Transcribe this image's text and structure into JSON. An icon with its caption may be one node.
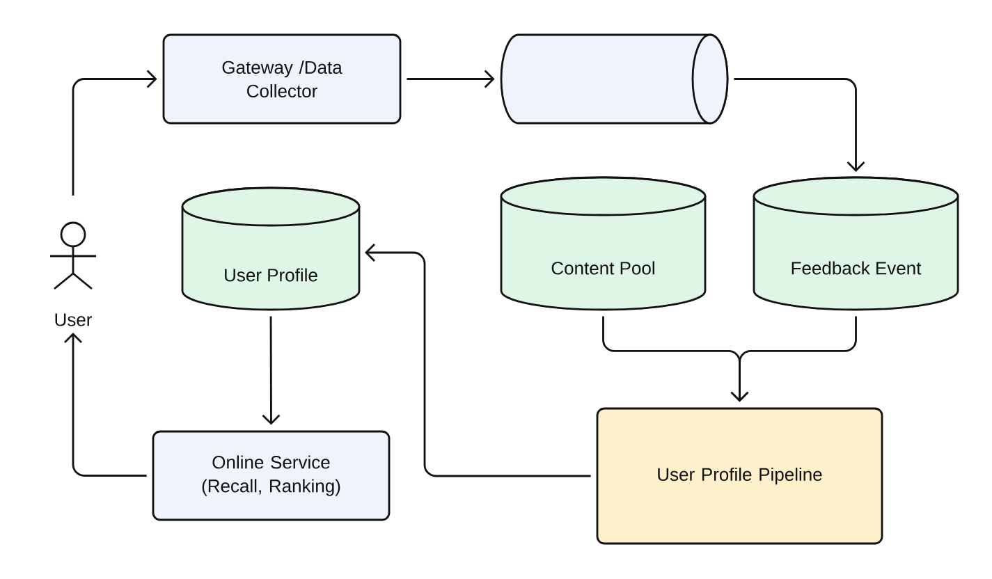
{
  "diagram": {
    "nodes": [
      {
        "text": [
          "User"
        ]
      },
      {
        "text": [
          "Gateway /Data Collector"
        ]
      },
      {
        "text": [],
        "shape": "cylinder"
      },
      {
        "text": [
          "User Profile"
        ]
      },
      {
        "text": [
          "Content Pool"
        ]
      },
      {
        "text": [
          "Feedback Event"
        ]
      },
      {
        "text": [
          "Online Service (Recall, Ranking)"
        ]
      },
      {
        "text": [
          "User Profile Pipeline"
        ]
      }
    ],
    "edges": [
      {
        "from": 0,
        "to": 1,
        "arrow": "to"
      },
      {
        "from": 1,
        "to": 2,
        "arrow": "to"
      },
      {
        "from": 2,
        "to": 5,
        "arrow": "to"
      },
      {
        "from": 3,
        "to": 6,
        "arrow": "to"
      },
      {
        "from": 6,
        "to": 0,
        "arrow": "to"
      },
      {
        "from": 4,
        "to": 7,
        "arrow": "to"
      },
      {
        "from": 5,
        "to": 7,
        "arrow": "to"
      },
      {
        "from": 7,
        "to": 3,
        "arrow": "to"
      }
    ]
  }
}
